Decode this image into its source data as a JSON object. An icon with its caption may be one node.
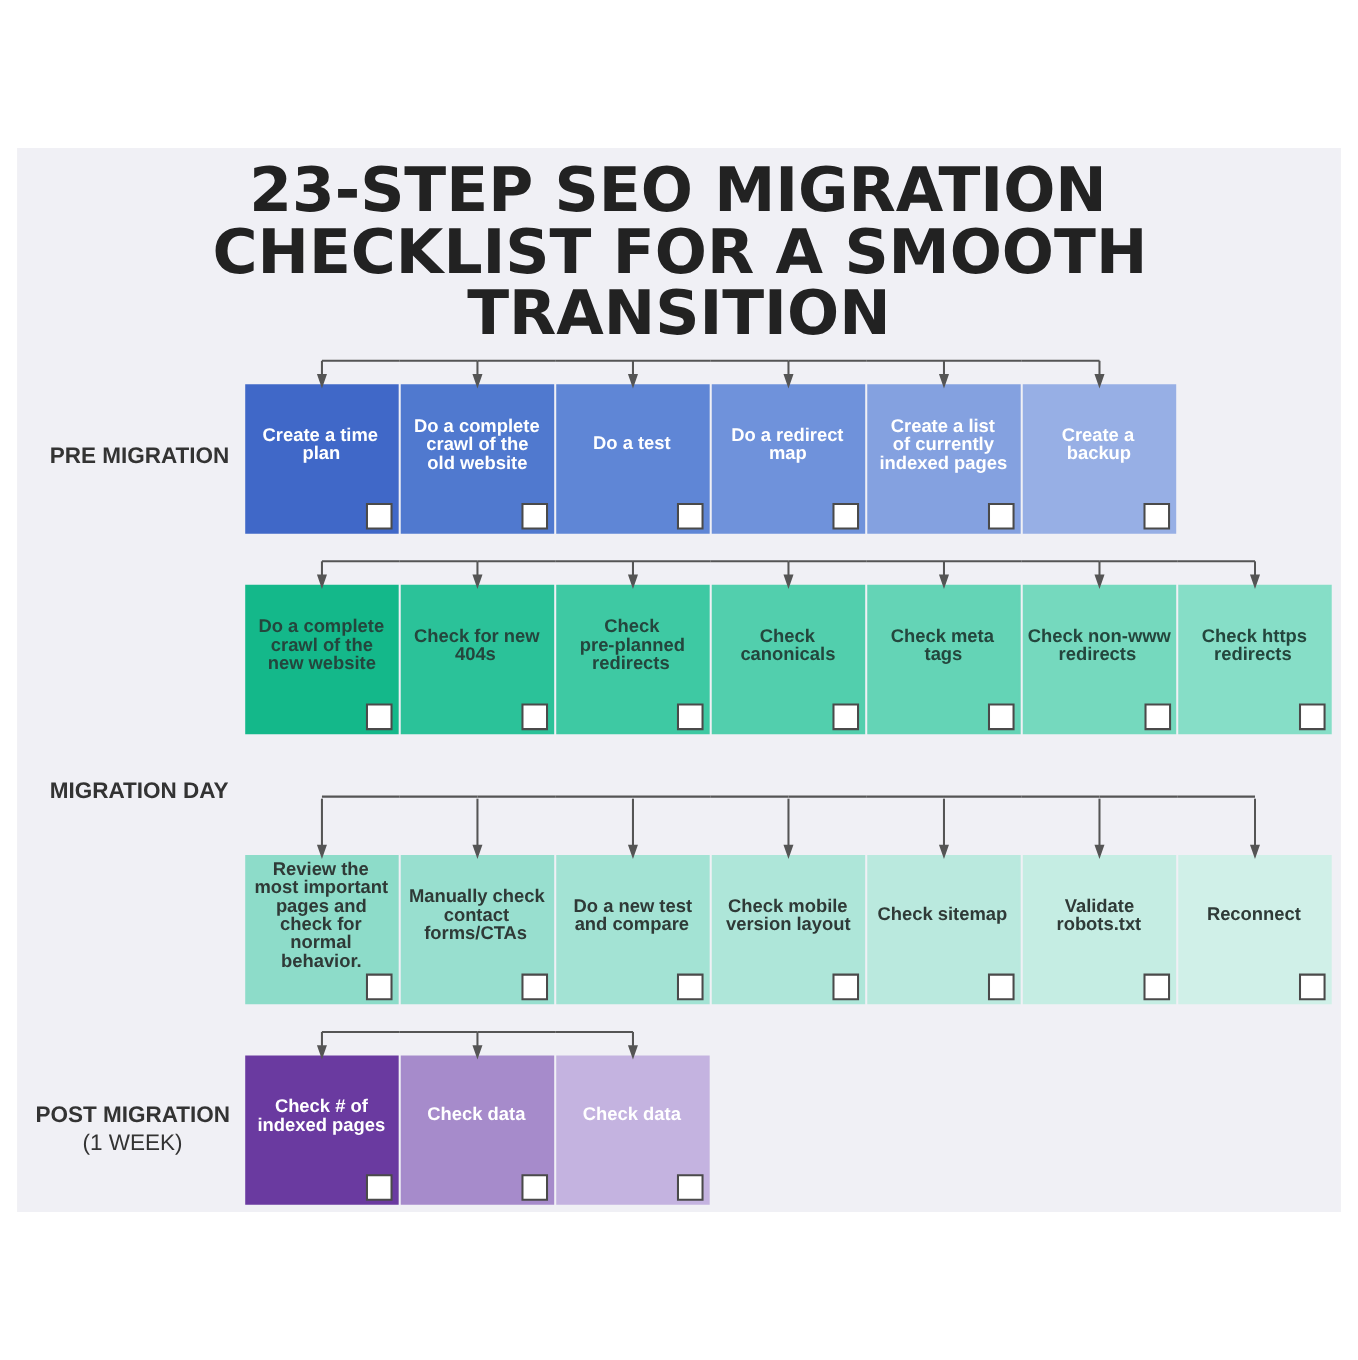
{
  "diagram": {
    "title": "23-STEP SEO MIGRATION CHECKLIST FOR A SMOOTH TRANSITION",
    "nodes": [
      {
        "text": [],
        "shape": "bar"
      },
      {
        "text": [
          "Create a time plan"
        ]
      },
      {
        "text": [
          "Do a complete crawl of the old website"
        ]
      },
      {
        "text": [
          "Do a test"
        ]
      },
      {
        "text": [
          "Do a redirect map"
        ]
      },
      {
        "text": [
          "Create a list of currently indexed pages"
        ]
      },
      {
        "text": [
          "Create a backup"
        ]
      },
      {
        "text": [],
        "shape": "bar"
      },
      {
        "text": [
          "Do a complete crawl of the new website"
        ]
      },
      {
        "text": [
          "Check for new 404s"
        ]
      },
      {
        "text": [
          "Check pre-planned redirects"
        ]
      },
      {
        "text": [
          "Check canonicals"
        ]
      },
      {
        "text": [
          "Check meta tags"
        ]
      },
      {
        "text": [
          "Check non-www redirects"
        ]
      },
      {
        "text": [
          "Check https redirects"
        ]
      },
      {
        "text": [],
        "shape": "bar"
      },
      {
        "text": [
          "Review the most important pages and check for normal behavior."
        ]
      },
      {
        "text": [
          "Manually check contact forms/CTAs"
        ]
      },
      {
        "text": [
          "Do a new test and compare"
        ]
      },
      {
        "text": [
          "Check mobile version layout"
        ]
      },
      {
        "text": [
          "Check sitemap"
        ]
      },
      {
        "text": [
          "Validate robots.txt"
        ]
      },
      {
        "text": [
          "Reconnect"
        ]
      },
      {
        "text": [],
        "shape": "bar"
      },
      {
        "text": [
          "Check # of indexed pages"
        ]
      },
      {
        "text": [
          "Check data"
        ]
      },
      {
        "text": [
          "Check data"
        ]
      }
    ],
    "edges": [
      {
        "from": 0,
        "to": 1,
        "arrow": "to"
      },
      {
        "from": 0,
        "to": 2,
        "arrow": "to"
      },
      {
        "from": 0,
        "to": 3,
        "arrow": "to"
      },
      {
        "from": 0,
        "to": 4,
        "arrow": "to"
      },
      {
        "from": 0,
        "to": 5,
        "arrow": "to"
      },
      {
        "from": 0,
        "to": 6,
        "arrow": "to"
      },
      {
        "from": 7,
        "to": 8,
        "arrow": "to"
      },
      {
        "from": 7,
        "to": 9,
        "arrow": "to"
      },
      {
        "from": 7,
        "to": 10,
        "arrow": "to"
      },
      {
        "from": 7,
        "to": 11,
        "arrow": "to"
      },
      {
        "from": 7,
        "to": 12,
        "arrow": "to"
      },
      {
        "from": 7,
        "to": 13,
        "arrow": "to"
      },
      {
        "from": 7,
        "to": 14,
        "arrow": "to"
      },
      {
        "from": 15,
        "to": 16,
        "arrow": "to"
      },
      {
        "from": 15,
        "to": 17,
        "arrow": "to"
      },
      {
        "from": 15,
        "to": 18,
        "arrow": "to"
      },
      {
        "from": 15,
        "to": 19,
        "arrow": "to"
      },
      {
        "from": 15,
        "to": 20,
        "arrow": "to"
      },
      {
        "from": 15,
        "to": 21,
        "arrow": "to"
      },
      {
        "from": 15,
        "to": 22,
        "arrow": "to"
      },
      {
        "from": 23,
        "to": 24,
        "arrow": "to"
      },
      {
        "from": 23,
        "to": 25,
        "arrow": "to"
      },
      {
        "from": 23,
        "to": 26,
        "arrow": "to"
      }
    ],
    "labels": [
      "PRE MIGRATION",
      "MIGRATION DAY",
      "POST MIGRATION",
      "(1 WEEK)"
    ]
  }
}
